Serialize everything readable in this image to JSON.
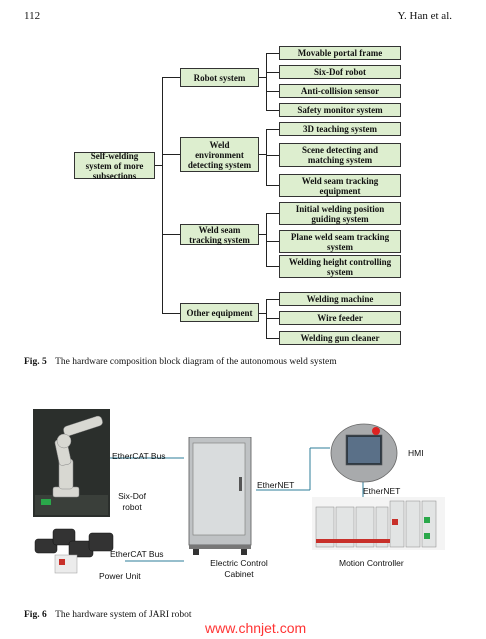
{
  "header": {
    "page_number": "112",
    "authors": "Y. Han et al."
  },
  "fig5": {
    "root": "Self-welding\nsystem of more\nsubsections",
    "groups": [
      {
        "label": "Robot system",
        "items": [
          "Movable portal frame",
          "Six-Dof robot",
          "Anti-collision sensor",
          "Safety monitor system"
        ]
      },
      {
        "label": "Weld\nenvironment\ndetecting system",
        "items": [
          "3D teaching system",
          "Scene detecting and\nmatching system",
          "Weld seam tracking\nequipment"
        ]
      },
      {
        "label": "Weld seam\ntracking system",
        "items": [
          "Initial welding position\nguiding system",
          "Plane weld seam tracking\nsystem",
          "Welding height controlling\nsystem"
        ]
      },
      {
        "label": "Other equipment",
        "items": [
          "Welding machine",
          "Wire feeder",
          "Welding gun cleaner"
        ]
      }
    ],
    "caption_label": "Fig. 5",
    "caption_text": "The hardware composition block diagram of the autonomous weld system"
  },
  "fig6": {
    "labels": {
      "ethercat_top": "EtherCAT Bus",
      "robot": "Six-Dof\nrobot",
      "ethercat_bottom": "EtherCAT Bus",
      "power": "Power Unit",
      "ethernet_left": "EtherNET",
      "cabinet": "Electric Control\nCabinet",
      "hmi": "HMI",
      "ethernet_right": "EtherNET",
      "controller": "Motion Controller"
    },
    "caption_label": "Fig. 6",
    "caption_text": "The hardware system of JARI robot"
  },
  "watermark": "www.chnjet.com",
  "colors": {
    "box_fill": "#ddeecf",
    "watermark": "#ff3333",
    "link_line": "#2e7d9a"
  }
}
